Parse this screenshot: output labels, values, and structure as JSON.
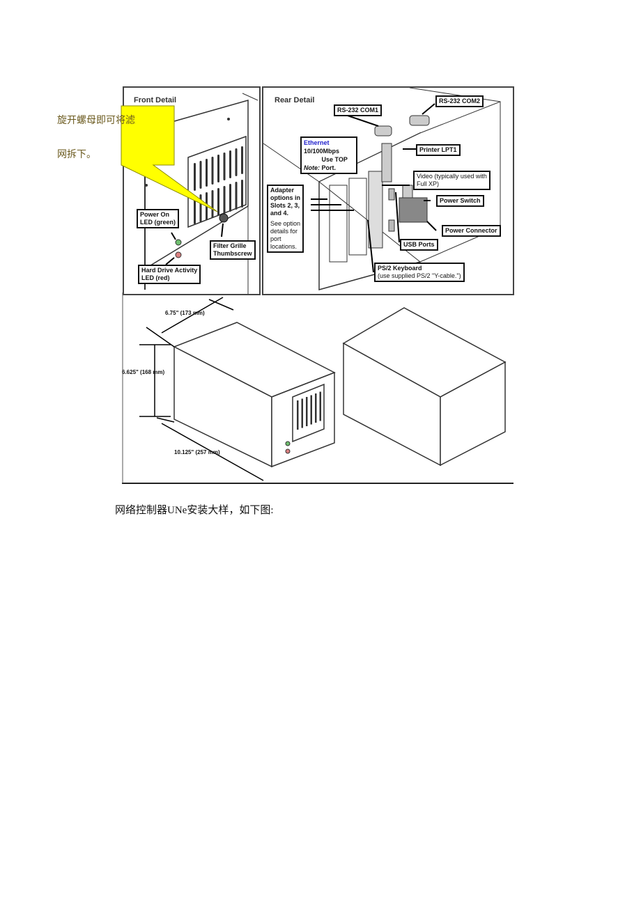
{
  "note_text": {
    "line1": "旋开螺母即可将滤",
    "line2": "网拆下。"
  },
  "front_detail": {
    "title": "Front Detail",
    "labels": {
      "power_led": [
        "Power On",
        "LED (green)"
      ],
      "hdd_led": [
        "Hard Drive Activity",
        "LED (red)"
      ],
      "thumbscrew": [
        "Filter Grille",
        "Thumbscrew"
      ]
    }
  },
  "rear_detail": {
    "title": "Rear Detail",
    "labels": {
      "com1": "RS-232 COM1",
      "com2": "RS-232 COM2",
      "ethernet": {
        "title": "Ethernet",
        "speed": "10/100Mbps",
        "note_label": "Note:",
        "note": "Use TOP Port."
      },
      "lpt1": "Printer LPT1",
      "video": [
        "Video (typically used with",
        "Full XP)"
      ],
      "adapter": {
        "main": [
          "Adapter",
          "options in",
          "Slots 2, 3,",
          "and 4."
        ],
        "sub": [
          "See option",
          "details for",
          "port",
          "locations."
        ]
      },
      "power_switch": "Power Switch",
      "power_connector": "Power Connector",
      "usb": "USB Ports",
      "ps2": {
        "title": "PS/2 Keyboard",
        "sub": "(use supplied PS/2 \"Y-cable.\")"
      }
    }
  },
  "dimensions": {
    "width": "6.75\" (173 mm)",
    "height": "6.625\" (168 mm)",
    "depth": "10.125\" (257 mm)"
  },
  "colors": {
    "callout": "#ffff00",
    "ethernet_text": "#2222cc",
    "led_green": "#6fbf6f",
    "led_red": "#d98080"
  },
  "caption": "网络控制器UNe安装大样，如下图:"
}
